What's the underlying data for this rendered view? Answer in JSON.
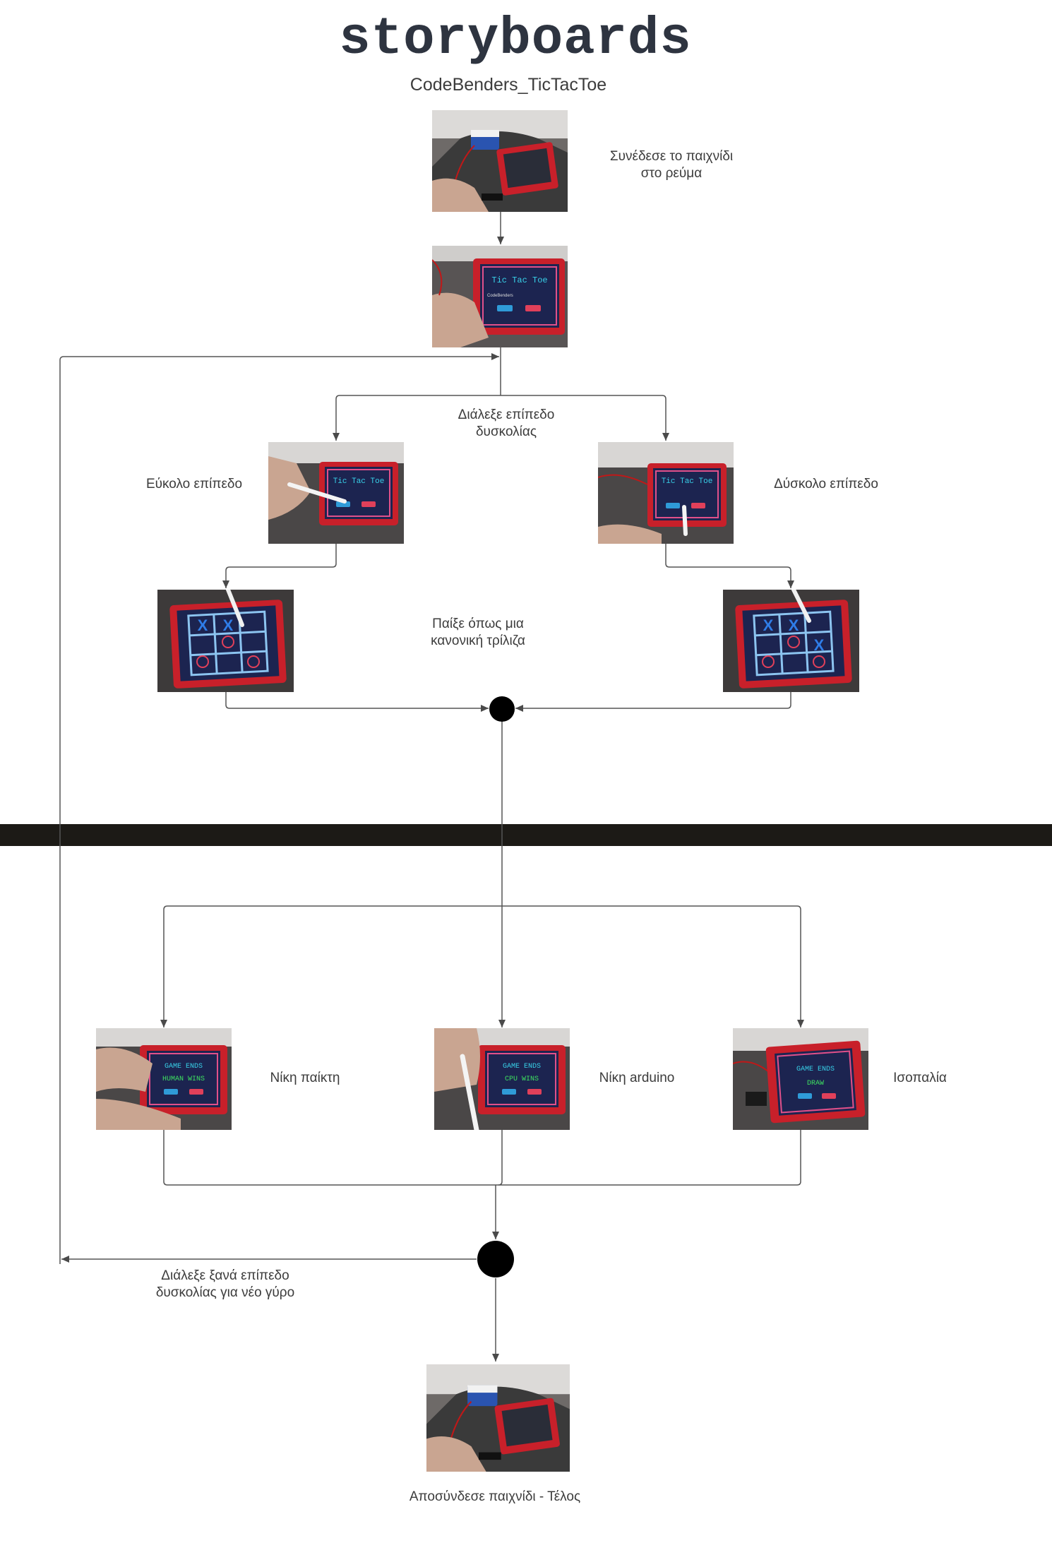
{
  "header": {
    "title": "storyboards",
    "subtitle": "CodeBenders_TicTacToe"
  },
  "labels": {
    "plug_in": [
      "Συνέδεσε το παιχνίδι",
      "στο ρεύμα"
    ],
    "choose_level": [
      "Διάλεξε επίπεδο",
      "δυσκολίας"
    ],
    "easy_level": "Εύκολο επίπεδο",
    "hard_level": "Δύσκολο επίπεδο",
    "play": [
      "Παίξε όπως μια",
      "κανονική τρίλιζα"
    ],
    "player_wins": "Νίκη παίκτη",
    "arduino_wins": "Νίκη arduino",
    "draw": "Ισοπαλία",
    "choose_again": [
      "Διάλεξε ξανά επίπεδο",
      "δυσκολίας για νέο γύρο"
    ],
    "unplug_end": "Αποσύνδεσε παιχνίδι - Τέλος"
  },
  "screens": {
    "menu_title": "Tic Tac Toe",
    "menu_sub": "CodeBenders",
    "game_ends": "GAME ENDS",
    "human_wins": "HUMAN WINS",
    "cpu_wins": "CPU WINS",
    "draw": "DRAW"
  },
  "colors": {
    "pcb_red": "#c8202a",
    "screen_navy": "#1c2450",
    "screen_border": "#e0508a",
    "x_blue": "#2f7de8",
    "o_red": "#e0405a",
    "title_cyan": "#38d0e8",
    "title_green": "#3ee060",
    "ends_green": "#3ee060",
    "node_black": "#000000",
    "band_dark": "#1c1a16"
  }
}
